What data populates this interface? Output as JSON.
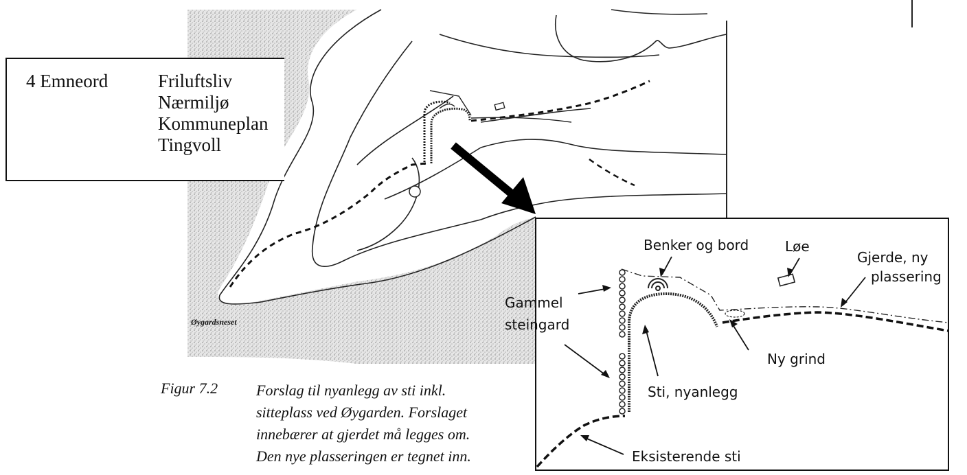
{
  "keywords": {
    "heading": "4 Emneord",
    "items": [
      "Friluftsliv",
      "Nærmiljø",
      "Kommuneplan",
      "Tingvoll"
    ]
  },
  "map": {
    "place_label": "Øygardsneset"
  },
  "inset": {
    "labels": {
      "benches": "Benker og bord",
      "barn": "Løe",
      "fence_line1": "Gjerde, ny",
      "fence_line2": "plassering",
      "wall_line1": "Gammel",
      "wall_line2": "steingard",
      "gate": "Ny grind",
      "new_path": "Sti, nyanlegg",
      "existing_path": "Eksisterende sti"
    }
  },
  "caption": {
    "figure_number": "Figur 7.2",
    "lines": [
      "Forslag til nyanlegg av sti inkl.",
      "sitteplass ved Øygarden. Forslaget",
      "innebærer at gjerdet må legges om.",
      "Den nye plasseringen er tegnet inn."
    ]
  }
}
